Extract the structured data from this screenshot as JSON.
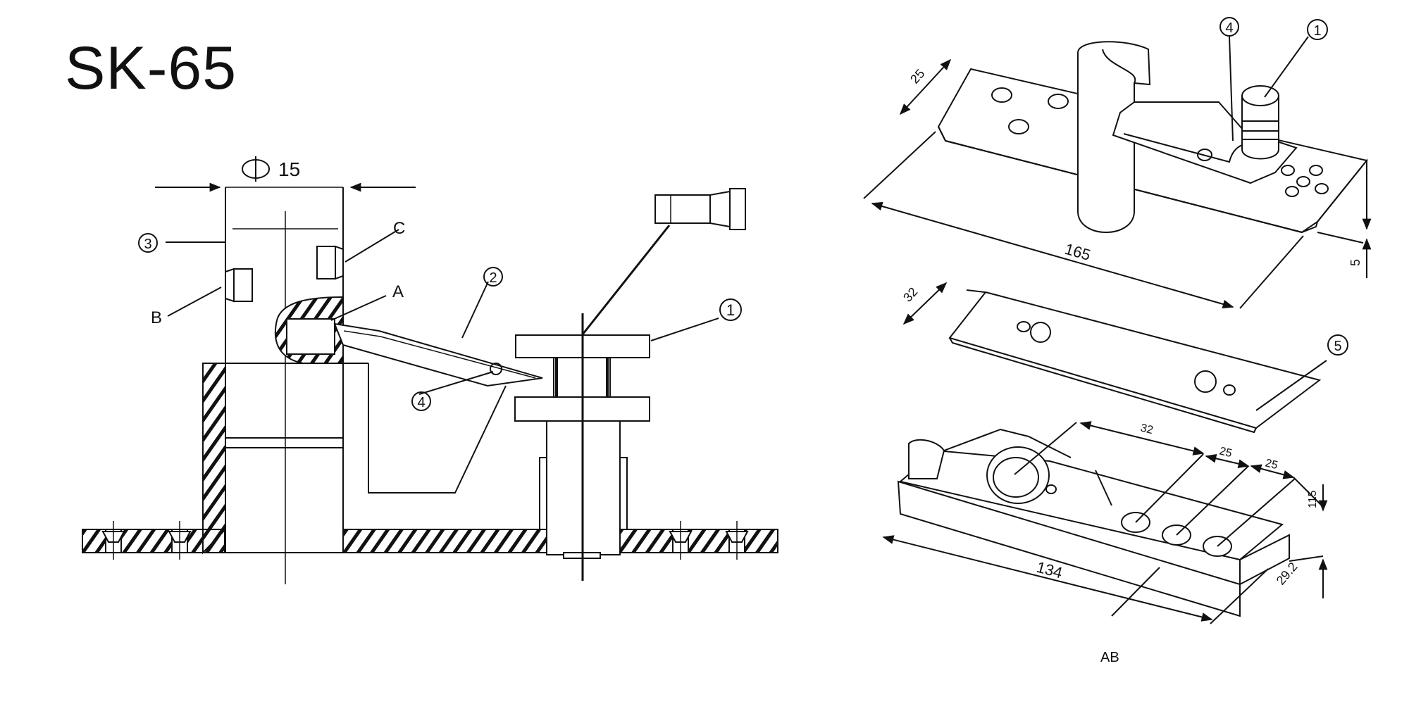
{
  "title": "SK-65",
  "colors": {
    "ink": "#111111",
    "paper": "#ffffff"
  },
  "section": {
    "diameter_label": "15",
    "labels": {
      "a": "A",
      "b": "B",
      "c": "C"
    },
    "callouts": {
      "c1": "1",
      "c2": "2",
      "c3": "3",
      "c4": "4"
    }
  },
  "exploded": {
    "top_plate": {
      "width": "25",
      "length": "165",
      "thickness": "5",
      "callout_a": "4",
      "callout_b": "1"
    },
    "middle_plate": {
      "width": "32",
      "callout": "5"
    },
    "base_box": {
      "spacing_1": "32",
      "spacing_2": "25",
      "spacing_3": "25",
      "height": "115",
      "length": "134",
      "depth": "29.2",
      "label": "AB"
    }
  }
}
